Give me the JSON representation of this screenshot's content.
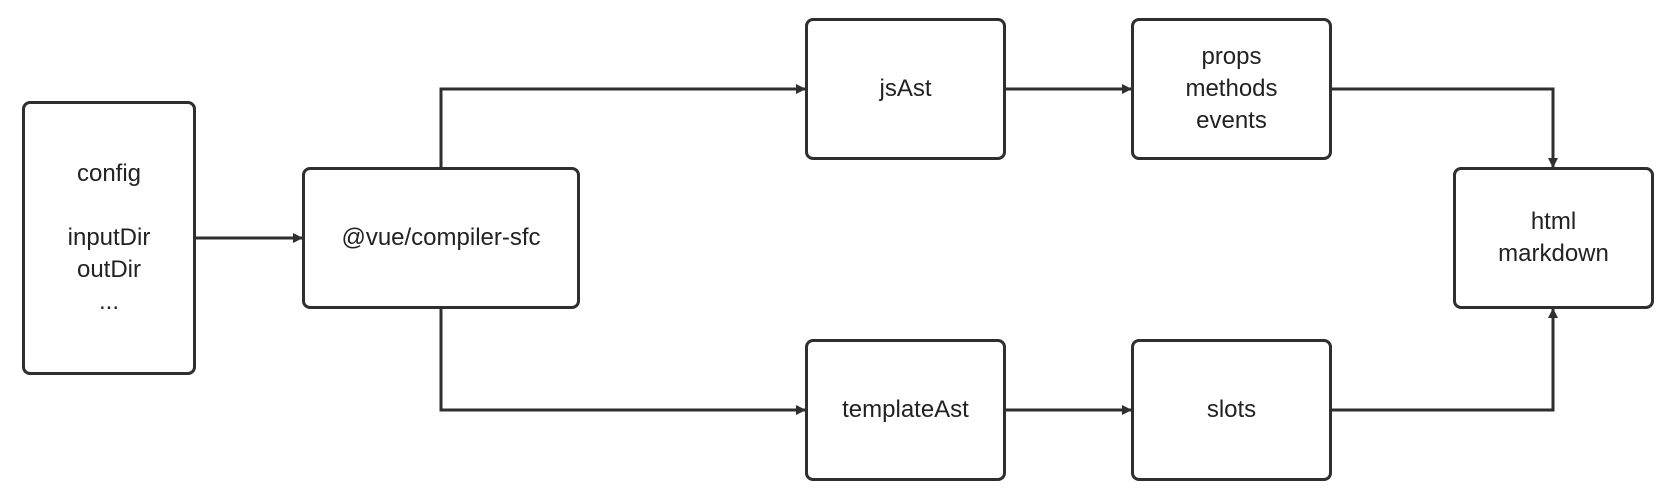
{
  "colors": {
    "stroke": "#2f2f2f",
    "text": "#222222",
    "background": "#ffffff"
  },
  "nodes": {
    "config": {
      "title": "config",
      "items": [
        "inputDir",
        "outDir",
        "..."
      ]
    },
    "compiler": {
      "label": "@vue/compiler-sfc"
    },
    "jsAst": {
      "label": "jsAst"
    },
    "templateAst": {
      "label": "templateAst"
    },
    "jsOutputs": {
      "lines": [
        "props",
        "methods",
        "events"
      ]
    },
    "slots": {
      "label": "slots"
    },
    "output": {
      "lines": [
        "html",
        "markdown"
      ]
    }
  },
  "edges": [
    {
      "from": "config",
      "to": "compiler"
    },
    {
      "from": "compiler",
      "to": "jsAst"
    },
    {
      "from": "compiler",
      "to": "templateAst"
    },
    {
      "from": "jsAst",
      "to": "jsOutputs"
    },
    {
      "from": "templateAst",
      "to": "slots"
    },
    {
      "from": "jsOutputs",
      "to": "output"
    },
    {
      "from": "slots",
      "to": "output"
    }
  ]
}
